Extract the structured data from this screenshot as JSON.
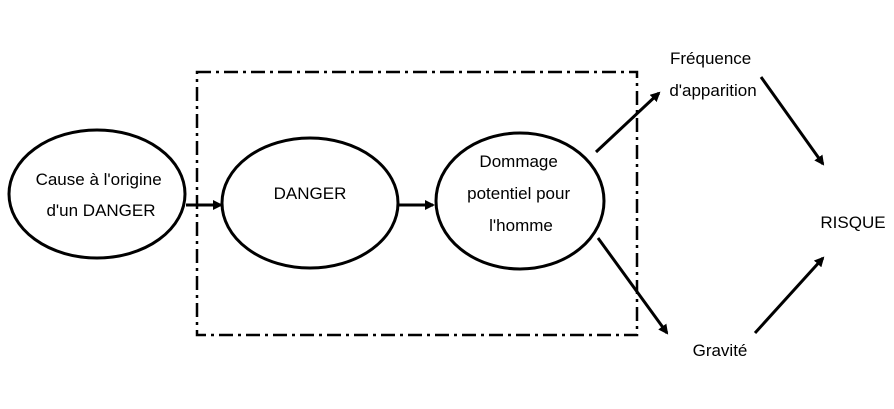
{
  "diagram": {
    "nodes": {
      "cause": {
        "lines": [
          "Cause à l'origine",
          "d'un DANGER"
        ]
      },
      "danger": {
        "lines": [
          "DANGER"
        ]
      },
      "dommage": {
        "lines": [
          "Dommage",
          "potentiel pour",
          "l'homme"
        ]
      }
    },
    "labels": {
      "frequence": [
        "Fréquence",
        "d'apparition"
      ],
      "gravite": [
        "Gravité"
      ],
      "risque": [
        "RISQUE"
      ]
    }
  }
}
